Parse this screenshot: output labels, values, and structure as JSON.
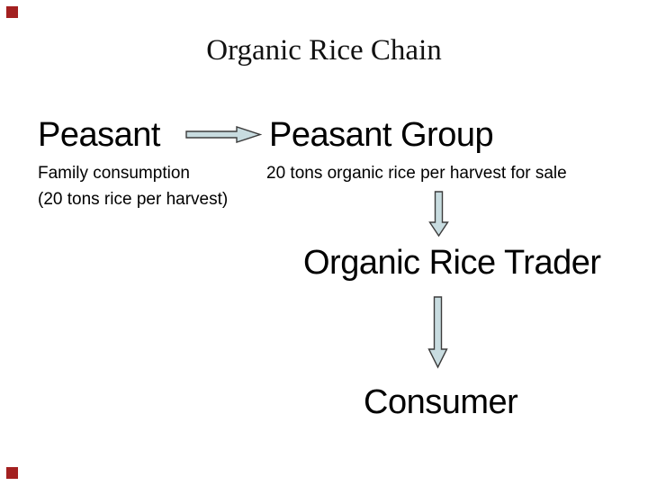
{
  "slide": {
    "title": "Organic Rice Chain",
    "flow": {
      "peasant": {
        "label": "Peasant",
        "notes": [
          "Family consumption",
          "(20 tons rice per harvest)"
        ]
      },
      "peasant_group": {
        "label": "Peasant Group",
        "note": "20 tons organic rice per harvest for sale"
      },
      "trader": {
        "label": "Organic Rice Trader"
      },
      "consumer": {
        "label": "Consumer"
      }
    },
    "connectors": [
      {
        "from": "Peasant",
        "to": "Peasant Group",
        "direction": "right",
        "icon": "right-arrow-icon"
      },
      {
        "from": "Peasant Group",
        "to": "Organic Rice Trader",
        "direction": "down",
        "icon": "down-arrow-icon"
      },
      {
        "from": "Organic Rice Trader",
        "to": "Consumer",
        "direction": "down",
        "icon": "down-arrow-icon"
      }
    ],
    "colors": {
      "background": "#ffffff",
      "text": "#000000",
      "arrow_fill": "#c8dce0",
      "arrow_outline": "#3c3c3c",
      "corner_marker": "#a32020"
    }
  }
}
